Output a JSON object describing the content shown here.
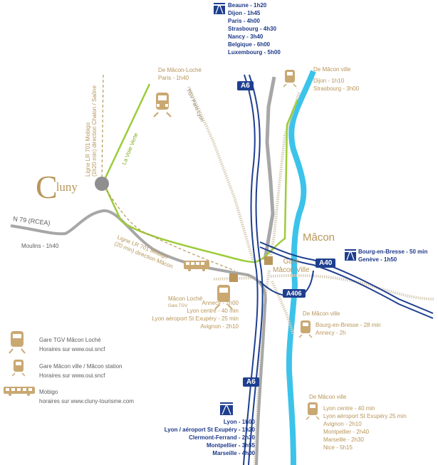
{
  "map": {
    "town_cluny": {
      "first": "C",
      "rest": "luny"
    },
    "town_macon": "Mâcon",
    "highway_labels": {
      "a6_top": "A6",
      "a6_bottom": "A6",
      "a40": "A40",
      "a406": "A406"
    },
    "road_n79": "N 79 (RCEA)",
    "moulins": "Moulins - 1h40",
    "gare_macon_ville": [
      "Gare",
      "Mâcon Ville"
    ],
    "voie_verte": "La Voie Verte",
    "tgv_line": "TGV Paris-Lyon",
    "lr701_north": [
      "Ligne LR 701 Mobigo",
      "(1h20 min) direction Chalon / Saône"
    ],
    "lr701_south": [
      "Ligne LR 701 Mobigo",
      "(20 min) direction Mâcon"
    ]
  },
  "top_north": [
    "Beaune - 1h20",
    "Dijon - 1h45",
    "Paris - 4h00",
    "Strasbourg - 4h30",
    "Nancy - 3h40",
    "Belgique - 6h00",
    "Luxembourg - 5h00"
  ],
  "loche_paris": {
    "title": "De Mâcon-Loché",
    "lines": [
      "Paris - 1h40"
    ]
  },
  "ville_dijon": {
    "title": "De Mâcon ville",
    "lines": [
      "Dijon - 1h10",
      "Strasbourg - 3h00"
    ]
  },
  "loche_tgv_label": [
    "Mâcon Loché",
    "Gare TGV"
  ],
  "loche_south": [
    "Annecy - 2h00",
    "Lyon centre - 40 min",
    "Lyon aéroport St Exupéry - 25 min",
    "Avignon - 2h10"
  ],
  "east_bourg": [
    "Bourg-en-Bresse - 50 min",
    "Genève - 1h50"
  ],
  "ville_bourg": {
    "title": "De Mâcon ville",
    "lines": [
      "Bourg-en-Bresse - 28 min",
      "Annecy - 2h"
    ]
  },
  "ville_south": {
    "title": "De Mâcon ville",
    "lines": [
      "Lyon centre - 40 min",
      "Lyon aéroport St Exupéry 25 min",
      "Avignon - 2h10",
      "Montpellier - 2h40",
      "Marseille - 2h30",
      "Nice - 5h15"
    ]
  },
  "bottom_south": [
    "Lyon - 1h00",
    "Lyon / aéroport St Exupéry - 1h20",
    "Clermont-Ferrand - 2h30",
    "Montpellier - 3h55",
    "Marseille - 4h00"
  ],
  "legend": [
    {
      "icon": "tgv-train-icon",
      "lines": [
        "Gare TGV Mâcon Loché",
        "Horaires sur www.oui.sncf"
      ]
    },
    {
      "icon": "train-icon",
      "lines": [
        "Gare Mâcon ville / Mâcon station",
        "Horaires sur www.oui.sncf"
      ]
    },
    {
      "icon": "bus-icon",
      "lines": [
        "Mobigo",
        "horaires sur www.cluny-tourisme.com"
      ]
    }
  ],
  "colors": {
    "highway": "#1e3f8f",
    "river": "#3cc3ea",
    "green_route": "#9ccc3a",
    "gray_road": "#a7a7a7",
    "gold": "#b8965a",
    "rail": "#d8cdb8"
  }
}
